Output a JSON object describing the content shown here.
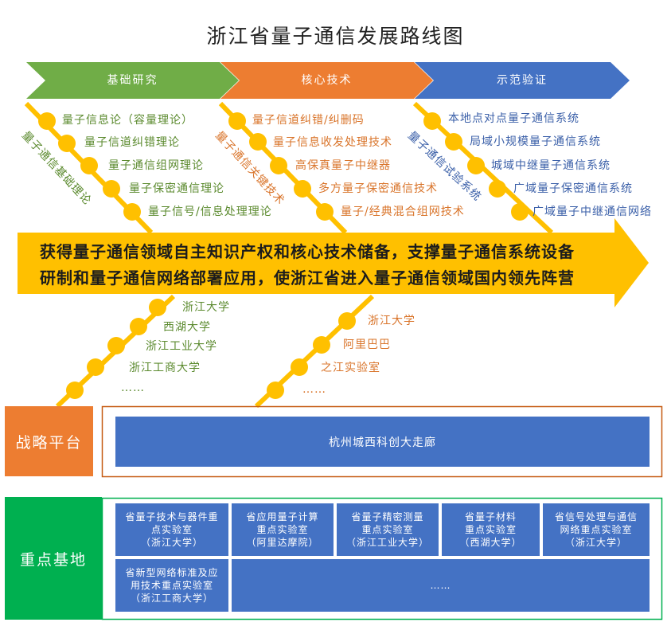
{
  "title": "浙江省量子通信发展路线图",
  "phases": [
    "基础研究",
    "核心技术",
    "示范验证"
  ],
  "tracks": [
    {
      "label": "量子通信基础理论",
      "items": [
        "量子信息论（容量理论）",
        "量子信道纠错理论",
        "量子通信组网理论",
        "量子保密通信理论",
        "量子信号/信息处理理论"
      ]
    },
    {
      "label": "量子通信关键技术",
      "items": [
        "量子信道纠错/纠删码",
        "量子信息收发处理技术",
        "高保真量子中继器",
        "多方量子保密通信技术",
        "量子/经典混合组网技术"
      ]
    },
    {
      "label": "量子通信试验系统",
      "items": [
        "本地点对点量子通信系统",
        "局域小规模量子通信系统",
        "城域中继量子通信系统",
        "广域量子保密通信系统",
        "广域量子中继通信网络"
      ]
    }
  ],
  "goal_line1": "获得量子通信领域自主知识产权和核心技术储备，支撑量子通信系统设备",
  "goal_line2": "研制和量子通信网络部署应用，使浙江省进入量子通信领域国内领先阵营",
  "participants_left": [
    "浙江大学",
    "西湖大学",
    "浙江工业大学",
    "浙江工商大学",
    "……"
  ],
  "participants_right": [
    "浙江大学",
    "阿里巴巴",
    "之江实验室",
    "……"
  ],
  "strategic": {
    "label": "战略平台",
    "platform": "杭州城西科创大走廊"
  },
  "bases": {
    "label": "重点基地",
    "labs": [
      "省量子技术与器件重\n点实验室\n（浙江大学）",
      "省应用量子计算\n重点实验室\n（阿里达摩院）",
      "省量子精密测量\n重点实验室\n（浙江工业大学）",
      "省量子材料\n重点实验室\n（西湖大学）",
      "省信号处理与通信\n网络重点实验室\n（浙江大学）",
      "省新型网络标准及应\n用技术重点实验室\n（浙江工商大学）",
      "……"
    ]
  },
  "colors": {
    "green": "#70ad47",
    "orange": "#ed7d31",
    "blue": "#4472c4",
    "yellow": "#ffc000",
    "green_text": "#5b8a2e",
    "orange_text": "#d9742a",
    "blue_text": "#3a5fa8"
  }
}
